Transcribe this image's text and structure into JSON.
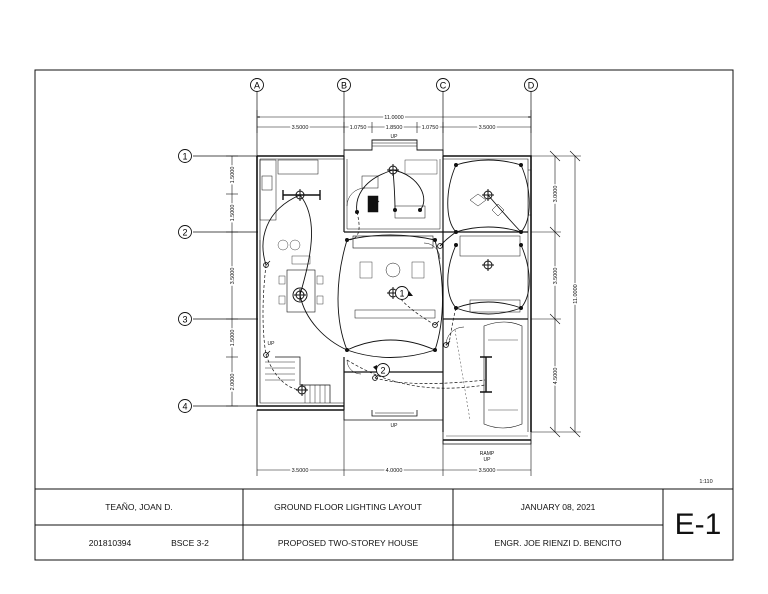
{
  "grid": {
    "columns": [
      "A",
      "B",
      "C",
      "D"
    ],
    "rows": [
      "1",
      "2",
      "3",
      "4"
    ]
  },
  "dimensions": {
    "top_overall": "11.0000",
    "top_segments": [
      "3.5000",
      "1.0750",
      "1.8500",
      "1.0750",
      "3.5000"
    ],
    "bottom_segments": [
      "3.5000",
      "4.0000",
      "3.5000"
    ],
    "left_segments": [
      "1.5000",
      "1.5000",
      "3.5000",
      "1.5000",
      "2.0000"
    ],
    "right_segments": [
      "3.0000",
      "3.5000",
      "4.5000"
    ],
    "right_overall": "11.0000"
  },
  "plan_labels": {
    "up_top": "UP",
    "up_bottom": "UP",
    "up_stair": "UP",
    "ramp": "RAMP",
    "ramp_up": "UP"
  },
  "circuits": [
    "1",
    "2"
  ],
  "scale": "1:110",
  "title_block": {
    "student_name": "TEAÑO, JOAN D.",
    "student_id": "201810394",
    "section": "BSCE 3-2",
    "drawing_title": "GROUND FLOOR LIGHTING LAYOUT",
    "project": "PROPOSED TWO-STOREY HOUSE",
    "date": "JANUARY 08, 2021",
    "engineer": "ENGR. JOE RIENZI D. BENCITO",
    "sheet_no": "E-1"
  }
}
